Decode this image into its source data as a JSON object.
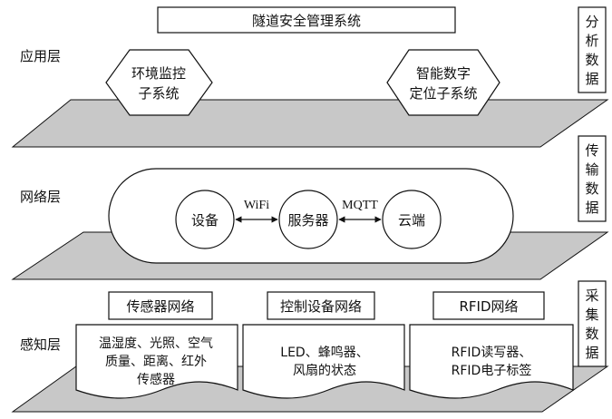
{
  "title": "隧道安全管理系统",
  "layers": {
    "application": {
      "label": "应用层",
      "side": [
        "分",
        "析",
        "数",
        "据"
      ],
      "hex_left": [
        "环境监控",
        "子系统"
      ],
      "hex_right": [
        "智能数字",
        "定位子系统"
      ]
    },
    "network": {
      "label": "网络层",
      "side": [
        "传",
        "输",
        "数",
        "据"
      ],
      "nodes": [
        "设备",
        "服务器",
        "云端"
      ],
      "link_left": "WiFi",
      "link_right": "MQTT"
    },
    "perception": {
      "label": "感知层",
      "side": [
        "采",
        "集",
        "数",
        "据"
      ],
      "columns": [
        {
          "header": "传感器网络",
          "body": [
            "温湿度、光照、空气",
            "质量、距离、红外",
            "传感器"
          ]
        },
        {
          "header": "控制设备网络",
          "body": [
            "LED、蜂鸣器、",
            "风扇的状态"
          ]
        },
        {
          "header": "RFID网络",
          "body": [
            "RFID读写器、",
            "RFID电子标签"
          ]
        }
      ]
    }
  },
  "colors": {
    "plane": "#c8c8c8",
    "stroke": "#111111",
    "fill": "#ffffff"
  }
}
